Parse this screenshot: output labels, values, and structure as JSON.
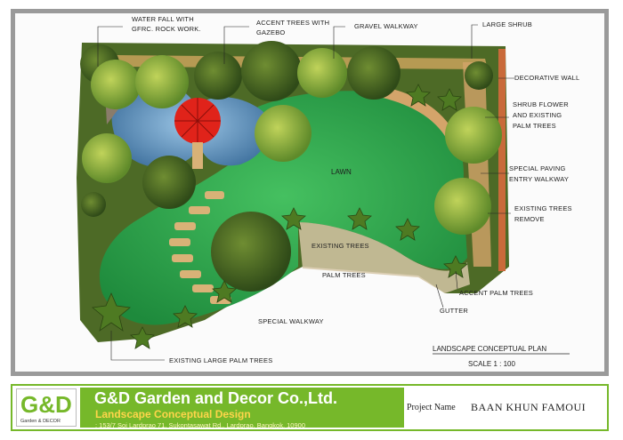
{
  "plan": {
    "callouts": {
      "waterfall": [
        "WATER FALL WITH",
        "GFRC. ROCK WORK."
      ],
      "accent_trees_gazebo": [
        "ACCENT TREES WITH",
        "GAZEBO"
      ],
      "gravel_walkway": "GRAVEL WALKWAY",
      "large_shrub": "LARGE SHRUB",
      "decorative_wall": "DECORATIVE WALL",
      "shrub_flower": [
        "SHRUB FLOWER",
        "AND EXISTING",
        "PALM TREES"
      ],
      "special_paving": [
        "SPECIAL PAVING",
        "ENTRY WALKWAY"
      ],
      "existing_trees_remove": [
        "EXISTING TREES",
        "REMOVE"
      ],
      "existing_trees": "EXISTING TREES",
      "palm_trees": "PALM TREES",
      "accent_palm_trees": "ACCENT PALM TREES",
      "gutter": "GUTTER",
      "special_walkway": "SPECIAL WALKWAY",
      "existing_large_palm_trees": "EXISTING LARGE PALM TREES"
    },
    "lawn_label": "LAWN",
    "plan_title": "LANDSCAPE CONCEPTUAL PLAN",
    "scale_text": "SCALE    1 : 100"
  },
  "title_block": {
    "logo_letters": "G&D",
    "logo_text": "Garden & DECOR",
    "company": "G&D Garden and Decor Co.,Ltd.",
    "subtitle": "Landscape Conceptual Design",
    "address": ": 153/7 Soi Lardprao 71, Sukontasawat Rd., Lardprao, Bangkok, 10900",
    "project_label": "Project Name",
    "project_name": "BAAN KHUN FAMOUI"
  },
  "colors": {
    "lawn": "#2fa84a",
    "tree_dark": "#3d5a1e",
    "tree_light": "#8fb43a",
    "water": "#6a9fc8",
    "path": "#d9b277",
    "gazebo": "#e0231a",
    "frame": "#9a9a9a",
    "brand_green": "#76b82a"
  }
}
